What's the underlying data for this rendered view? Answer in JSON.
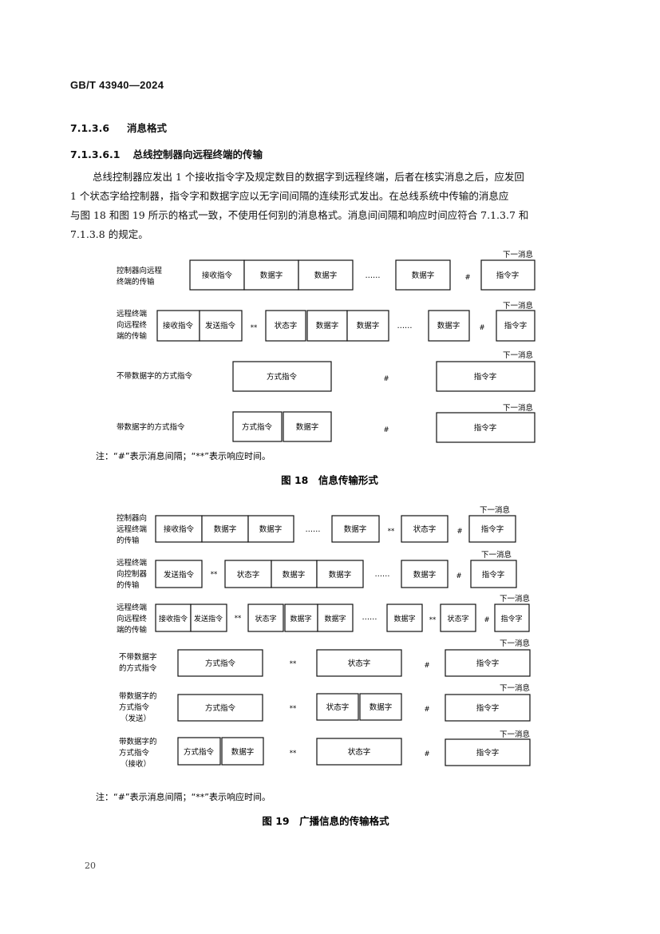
{
  "header": {
    "standard": "GB/T 43940—2024"
  },
  "section": {
    "num": "7.1.3.6",
    "title": "消息格式"
  },
  "subsection": {
    "num": "7.1.3.6.1",
    "title": "总线控制器向远程终端的传输"
  },
  "paragraph": [
    "总线控制器应发出 1 个接收指令字及规定数目的数据字到远程终端，后者在核实消息之后，应发回",
    "1 个状态字给控制器，指令字和数据字应以无字间间隔的连续形式发出。在总线系统中传输的消息应",
    "与图 18 和图 19 所示的格式一致，不使用任何别的消息格式。消息间间隔和响应时间应符合 7.1.3.7 和",
    "7.1.3.8 的规定。"
  ],
  "labels": {
    "next_message": "下一消息",
    "gap": "#",
    "response": "**",
    "ellipsis": "……",
    "receive_cmd": "接收指令",
    "transmit_cmd": "发送指令",
    "data_word": "数据字",
    "status_word": "状态字",
    "cmd_word": "指令字",
    "mode_cmd": "方式指令"
  },
  "fig18": {
    "rows": [
      [
        "控制器向远程",
        "终端的传输"
      ],
      [
        "远程终端",
        "向远程终",
        "端的传输"
      ],
      [
        "不带数据字的方式指令"
      ],
      [
        "带数据字的方式指令"
      ]
    ],
    "note": "注：“#”表示消息间隔；“**”表示响应时间。",
    "caption": "图 18　信息传输形式"
  },
  "fig19": {
    "rows": [
      [
        "控制器向",
        "远程终端",
        "的传输"
      ],
      [
        "远程终端",
        "向控制器",
        "的传输"
      ],
      [
        "远程终端",
        "向远程终",
        "端的传输"
      ],
      [
        "不带数据字",
        "的方式指令"
      ],
      [
        "带数据字的",
        "方式指令",
        "（发送）"
      ],
      [
        "带数据字的",
        "方式指令",
        "（接收）"
      ]
    ],
    "note": "注：“#”表示消息间隔；“**”表示响应时间。",
    "caption": "图 19　广播信息的传输格式"
  },
  "page_number": "20"
}
